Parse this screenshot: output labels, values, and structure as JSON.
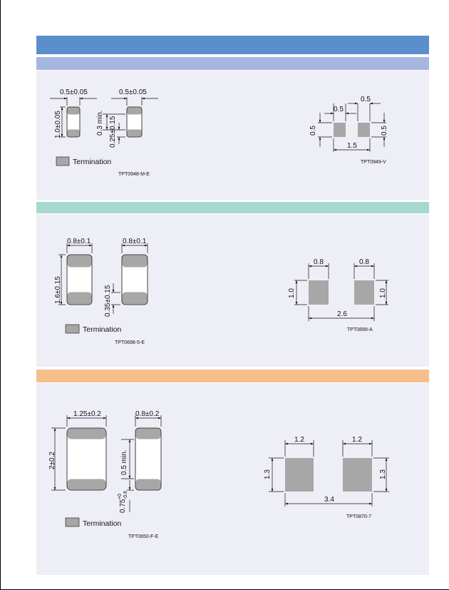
{
  "colors": {
    "header_bar": "#5b8fcc",
    "section1_bar": "#a7b6e0",
    "section2_bar": "#a6d8cd",
    "section3_bar": "#f7be8c",
    "panel_bg": "#eeeef6",
    "termination_fill": "#a7a7a7"
  },
  "legend": {
    "termination": "Termination"
  },
  "section1": {
    "chip": {
      "width": "0.5±0.05",
      "width2": "0.5±0.05",
      "length": "1.0±0.05",
      "min": "0.3 min.",
      "term": "0.25±0.15",
      "caption": "TPT0948-M-E"
    },
    "land": {
      "gap": "0.5",
      "pad_w": "0.5",
      "pad_h_left": "0.5",
      "pad_h_right": "0.5",
      "total": "1.5",
      "caption": "TPT0949-V"
    }
  },
  "section2": {
    "chip": {
      "width": "0.8±0.1",
      "width2": "0.8±0.1",
      "length": "1.6±0.15",
      "term": "0.35±0.15",
      "caption": "TPT0698-5-E"
    },
    "land": {
      "pad_w_left": "0.8",
      "pad_w_right": "0.8",
      "pad_h_left": "1.0",
      "pad_h_right": "1.0",
      "total": "2.6",
      "caption": "TPT0899-A"
    }
  },
  "section3": {
    "chip": {
      "width": "1.25±0.2",
      "width2": "0.8±0.2",
      "length": "2±0.2",
      "min": "0.5 min.",
      "term_base": "0.75",
      "term_plus": "+0",
      "term_minus": "-0.6",
      "caption": "TPT0650-F-E"
    },
    "land": {
      "pad_w_left": "1.2",
      "pad_w_right": "1.2",
      "pad_h_left": "1.3",
      "pad_h_right": "1.3",
      "total": "3.4",
      "caption": "TPT0870-7"
    }
  }
}
